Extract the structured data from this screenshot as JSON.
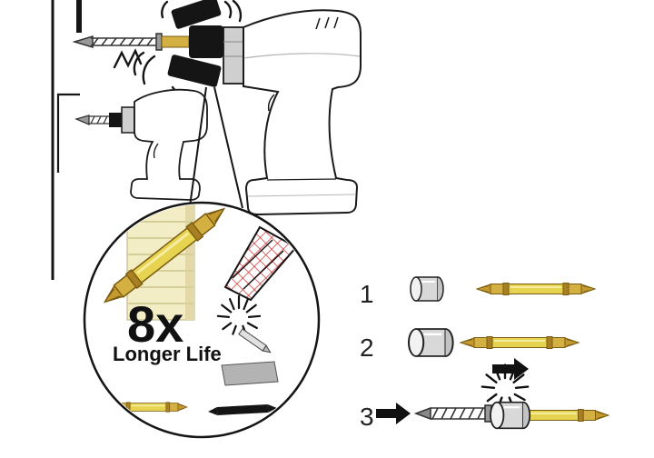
{
  "illustration": {
    "description": "Impact driver bit instruction diagram",
    "magnifier": {
      "headline": "8x",
      "subline": "Longer Life"
    },
    "steps": [
      {
        "label": "1"
      },
      {
        "label": "2"
      },
      {
        "label": "3"
      }
    ],
    "colors": {
      "outline": "#1a1a1a",
      "bit_gold": "#c49a2e",
      "bit_yellow": "#e6d34f",
      "bit_band": "#a87f22",
      "hatch_red": "#cc2626",
      "plank_cream": "#f2edc4",
      "metal_gray": "#d8d8d8"
    }
  }
}
